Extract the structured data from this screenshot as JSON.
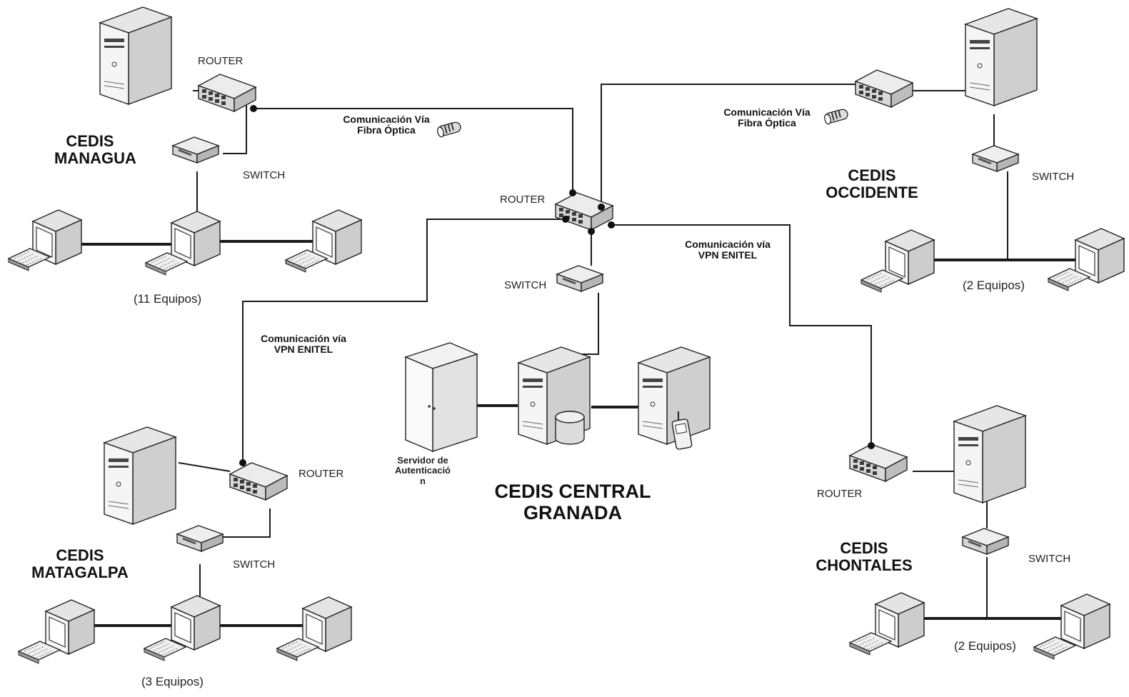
{
  "sites": {
    "managua": {
      "name_line1": "CEDIS",
      "name_line2": "MANAGUA",
      "router": "ROUTER",
      "switch": "SWITCH",
      "equipment": "(11 Equipos)"
    },
    "occidente": {
      "name_line1": "CEDIS",
      "name_line2": "OCCIDENTE",
      "switch": "SWITCH",
      "equipment": "(2 Equipos)"
    },
    "matagalpa": {
      "name_line1": "CEDIS",
      "name_line2": "MATAGALPA",
      "router": "ROUTER",
      "switch": "SWITCH",
      "equipment": "(3 Equipos)"
    },
    "chontales": {
      "name_line1": "CEDIS",
      "name_line2": "CHONTALES",
      "router": "ROUTER",
      "switch": "SWITCH",
      "equipment": "(2 Equipos)"
    },
    "central": {
      "name_line1": "CEDIS CENTRAL",
      "name_line2": "GRANADA",
      "router": "ROUTER",
      "switch": "SWITCH",
      "auth_server_line1": "Servidor de",
      "auth_server_line2": "Autenticació",
      "auth_server_line3": "n"
    }
  },
  "links": {
    "fiber_managua": {
      "line1": "Comunicación Vía",
      "line2": "Fibra Óptica"
    },
    "fiber_occidente": {
      "line1": "Comunicación Vía",
      "line2": "Fibra Óptica"
    },
    "vpn_chontales": {
      "line1": "Comunicación vía",
      "line2": "VPN ENITEL"
    },
    "vpn_matagalpa": {
      "line1": "Comunicación vía",
      "line2": "VPN ENITEL"
    }
  },
  "colors": {
    "line": "#1a1a1a",
    "device_fill": "#f2f2f2",
    "device_dark": "#5a5a5a",
    "connector": "#111111"
  }
}
